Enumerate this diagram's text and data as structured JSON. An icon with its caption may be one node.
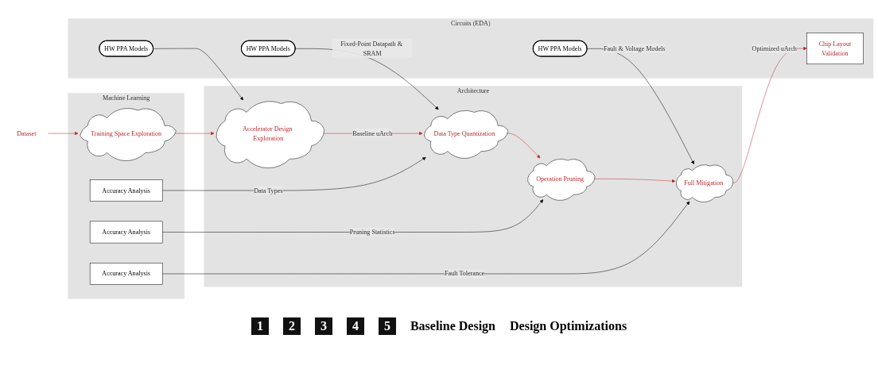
{
  "diagram": {
    "nodes": [
      {
        "text": [
          "Dataset"
        ]
      },
      {
        "text": [
          "Machine Learning"
        ]
      },
      {
        "text": [
          "Training Space Exploration"
        ],
        "in": 1
      },
      {
        "text": [
          "Accuracy Analysis"
        ],
        "in": 1
      },
      {
        "text": [
          "Accuracy Analysis"
        ],
        "in": 1
      },
      {
        "text": [
          "Accuracy Analysis"
        ],
        "in": 1
      },
      {
        "text": [
          "Architecture"
        ]
      },
      {
        "text": [
          "Accelerator Design Exploration"
        ],
        "in": 6
      },
      {
        "text": [
          "Data Type Quantization"
        ],
        "in": 6
      },
      {
        "text": [
          "Operation Pruning"
        ],
        "in": 6
      },
      {
        "text": [
          "Full Mitigation"
        ],
        "in": 6
      },
      {
        "text": [
          "Circuits (EDA)"
        ]
      },
      {
        "text": [
          "HW PPA Models"
        ],
        "in": 11
      },
      {
        "text": [
          "HW PPA Models"
        ],
        "in": 11
      },
      {
        "text": [
          "HW PPA Models"
        ],
        "in": 11
      },
      {
        "text": [
          "Chip Layout",
          "Validation"
        ],
        "in": 11
      }
    ],
    "edges": [
      {
        "from": 0,
        "to": 2,
        "arrow": "to",
        "color": "#c0282d"
      },
      {
        "from": 2,
        "to": 7,
        "arrow": "to",
        "color": "#c0282d"
      },
      {
        "from": 7,
        "to": 8,
        "arrow": "to",
        "label": "Baseline uArch",
        "color": "#c0282d"
      },
      {
        "from": 3,
        "to": 8,
        "arrow": "to",
        "label": "Data Types",
        "color": "#000000"
      },
      {
        "from": 8,
        "to": 9,
        "arrow": "to",
        "color": "#c0282d"
      },
      {
        "from": 4,
        "to": 9,
        "arrow": "to",
        "label": "Pruning Statistics",
        "color": "#000000"
      },
      {
        "from": 9,
        "to": 10,
        "arrow": "to",
        "color": "#c0282d"
      },
      {
        "from": 5,
        "to": 10,
        "arrow": "to",
        "label": "Fault Tolerance",
        "color": "#000000"
      },
      {
        "from": 10,
        "to": 15,
        "arrow": "to",
        "label": "Optimized uArch",
        "color": "#c0282d"
      },
      {
        "from": 12,
        "to": 7,
        "arrow": "to",
        "color": "#000000"
      },
      {
        "from": 13,
        "to": 8,
        "arrow": "to",
        "label": "Fixed-Point Datapath & SRAM",
        "color": "#000000"
      },
      {
        "from": 14,
        "to": 10,
        "arrow": "to",
        "label": "Fault & Voltage Models",
        "color": "#000000"
      }
    ],
    "labels": [
      "1",
      "2",
      "3",
      "4",
      "5",
      "Baseline Design",
      "Design Optimizations"
    ]
  }
}
